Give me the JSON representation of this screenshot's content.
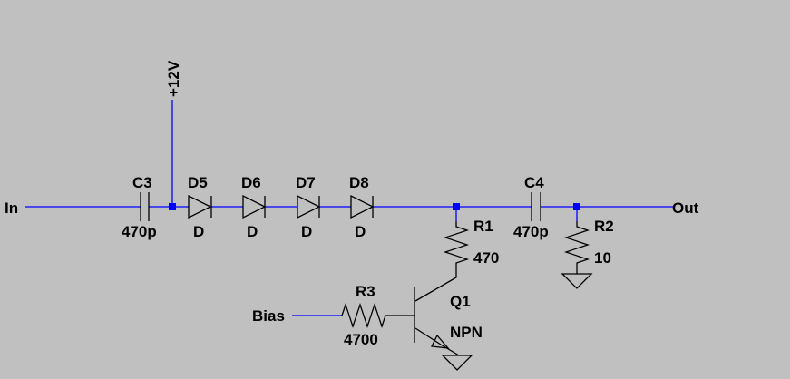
{
  "colors": {
    "background": "#c0c0c0",
    "wire": "#0000ff",
    "component": "#000000",
    "junction": "#0000ff",
    "text": "#000000"
  },
  "nets": {
    "input": "In",
    "output": "Out",
    "supply": "+12V",
    "bias": "Bias"
  },
  "components": {
    "c3": {
      "ref": "C3",
      "value": "470p"
    },
    "d5": {
      "ref": "D5",
      "value": "D"
    },
    "d6": {
      "ref": "D6",
      "value": "D"
    },
    "d7": {
      "ref": "D7",
      "value": "D"
    },
    "d8": {
      "ref": "D8",
      "value": "D"
    },
    "r1": {
      "ref": "R1",
      "value": "470"
    },
    "c4": {
      "ref": "C4",
      "value": "470p"
    },
    "r2": {
      "ref": "R2",
      "value": "10"
    },
    "r3": {
      "ref": "R3",
      "value": "4700"
    },
    "q1": {
      "ref": "Q1",
      "value": "NPN"
    }
  }
}
